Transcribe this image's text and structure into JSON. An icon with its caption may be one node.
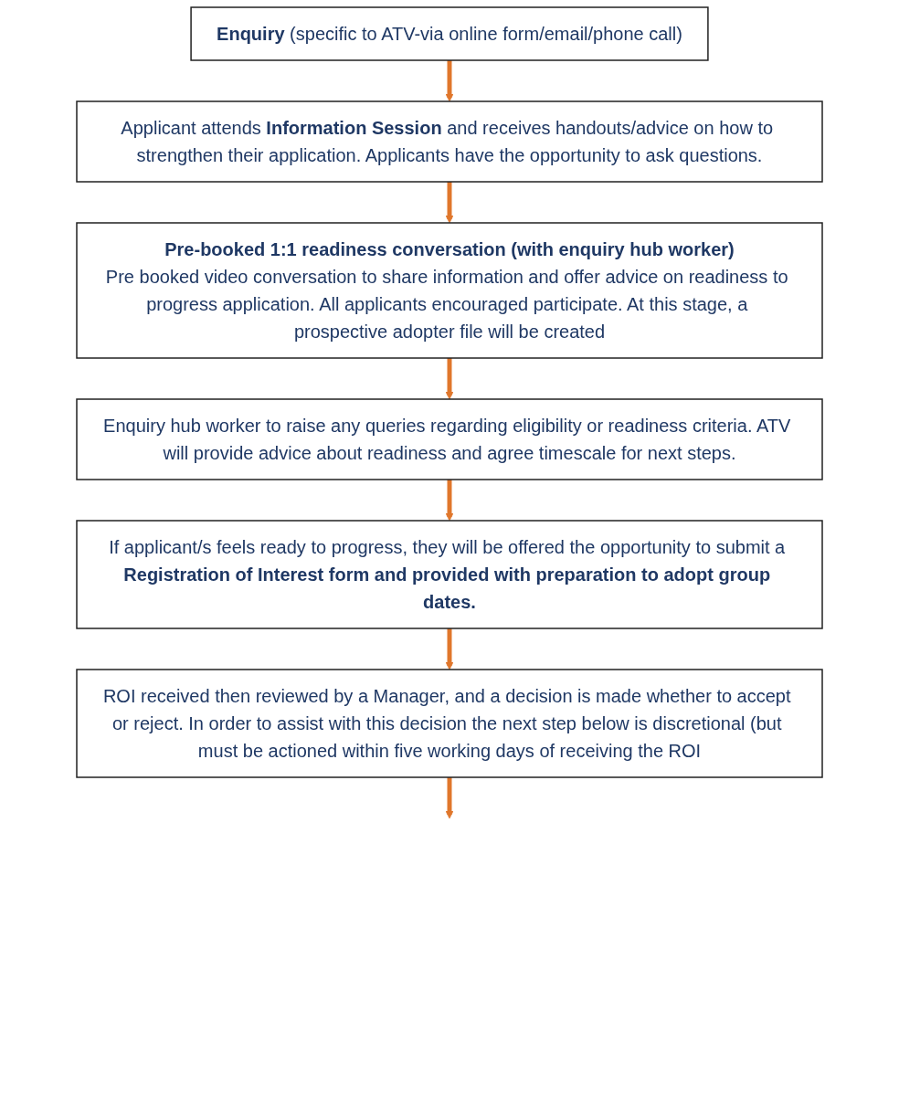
{
  "diagram": {
    "nodes": [
      {
        "text": [
          "**Enquiry** (specific to ATV-via online form/email/phone call)"
        ]
      },
      {
        "text": [
          "Applicant attends **Information Session** and receives handouts/advice on how to strengthen their application. Applicants have the opportunity to ask questions."
        ]
      },
      {
        "text": [
          "Pre-booked 1:1 readiness conversation (with enquiry hub worker)",
          "Pre booked video conversation to share information and offer advice on readiness to progress application. All applicants encouraged participate. At this stage, a prospective adopter file will be created"
        ]
      },
      {
        "text": [
          "Enquiry hub worker to raise any queries regarding eligibility or readiness criteria. ATV will provide advice about readiness and agree timescale for next steps."
        ]
      },
      {
        "text": [
          "If applicant/s feels ready to progress, they will be offered the opportunity to submit a **Registration of Interest form and provided with preparation to adopt group dates.**"
        ]
      },
      {
        "text": [
          "ROI received then reviewed by a Manager, and a decision is made whether to accept or reject. In order to assist with this decision the next step below is discretional (but must be actioned within five working days of receiving the ROI"
        ]
      }
    ],
    "edges": [
      {
        "from": 0,
        "to": 1,
        "arrow": "to"
      },
      {
        "from": 1,
        "to": 2,
        "arrow": "to"
      },
      {
        "from": 2,
        "to": 3,
        "arrow": "to"
      },
      {
        "from": 3,
        "to": 4,
        "arrow": "to"
      },
      {
        "from": 4,
        "to": 5,
        "arrow": "to"
      },
      {
        "from": 5,
        "to": null,
        "arrow": "to"
      }
    ]
  }
}
